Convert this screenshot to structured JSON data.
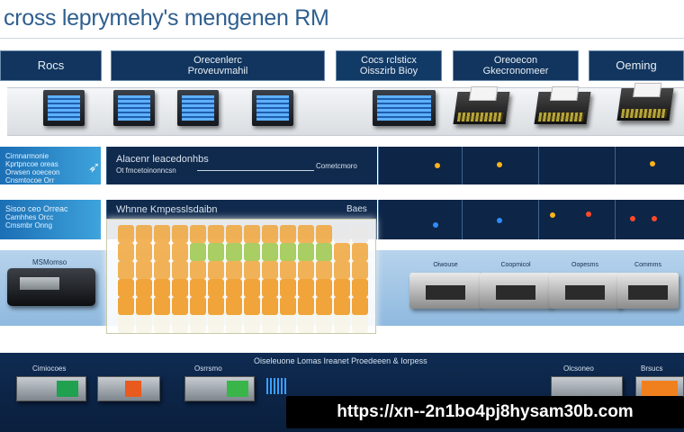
{
  "title": "cross leprymehy's mengenen RM",
  "headers": [
    {
      "line1": "Rocs",
      "line2": ""
    },
    {
      "line1": "Orecenlerc",
      "line2": "Proveuvmahil"
    },
    {
      "line1": "Cocs rclsticx",
      "line2": "Oisszirb Bioy"
    },
    {
      "line1": "Oreoecon",
      "line2": "Gkecronomeer"
    },
    {
      "line1": "Oeming",
      "line2": ""
    }
  ],
  "row1": {
    "left_text": [
      "Cirnnarmonie",
      "Kprtpncoe oreas",
      "Orwsen ooeceon",
      "Cnsmtocoe Orr"
    ],
    "panel_title": "Alacenr leacedonhbs",
    "panel_sub": "Ot fmcetoinonncsn",
    "panel_right": "Cometcmoro"
  },
  "row2": {
    "left_text": [
      "Sisoo ceo Orreac",
      "Camhhes Orcc",
      "Cmsmbr Onng"
    ],
    "panel_title": "Whnne Kmpesslsdaibn",
    "panel_right": "Baes"
  },
  "row3": {
    "device_label": "MSMomso",
    "tags": [
      "Oiwouse",
      "Coopmicol",
      "Oopesms",
      "Commms"
    ]
  },
  "bottom": {
    "caption": "Oiseleuone Lomas Ireanet Proedeeen & Iorpess",
    "labels": [
      "Cimiocoes",
      "Osrrsmo",
      "Olcsoneo",
      "Brsucs"
    ]
  },
  "watermark_url": "https://xn--2n1bo4pj8hysam30b.com",
  "colors": {
    "navy": "#11355e",
    "blue": "#1b6fb5",
    "orange": "#f0a43a",
    "green": "#9bc548",
    "dot_yellow": "#ffb31a",
    "dot_blue": "#2f8cff",
    "dot_red": "#ff4a2a"
  }
}
